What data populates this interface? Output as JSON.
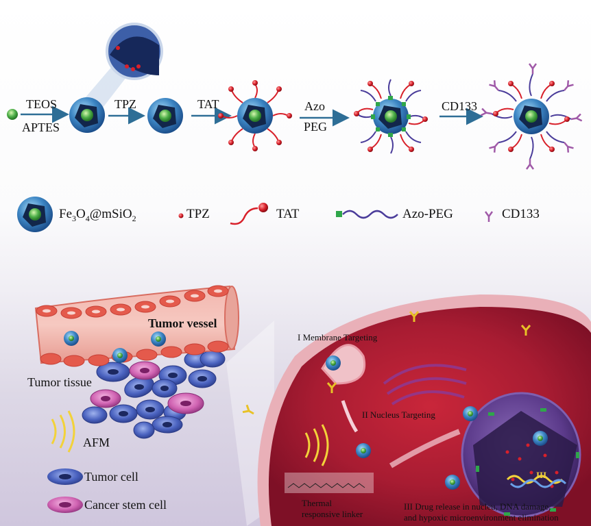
{
  "synthesis": {
    "step1_top": "TEOS",
    "step1_bottom": "APTES",
    "step2": "TPZ",
    "step3": "TAT",
    "step4_top": "Azo",
    "step4_bottom": "PEG",
    "step5": "CD133"
  },
  "legend": {
    "nanoparticle_main": "Fe",
    "nanoparticle_sub1": "3",
    "nanoparticle_mid": "O",
    "nanoparticle_sub2": "4",
    "nanoparticle_tail": "@mSiO",
    "nanoparticle_sub3": "2",
    "tpz": "TPZ",
    "tat": "TAT",
    "azo_peg": "Azo-PEG",
    "cd133": "CD133"
  },
  "tissue": {
    "vessel": "Tumor vessel",
    "tissue": "Tumor tissue",
    "afm": "AFM",
    "tumor_cell": "Tumor cell",
    "cancer_stem_cell": "Cancer stem cell"
  },
  "cell": {
    "step1": "I Membrane Targeting",
    "step2": "II Nucleus Targeting",
    "step3_line1": "III Drug release in nucleu,   DNA damage,",
    "step3_line2": "and hypoxic microenvironment elimination",
    "linker_line1": "Thermal",
    "linker_line2": "responsive linker",
    "roman3": "III"
  },
  "colors": {
    "arrow": "#2e6e96",
    "particle_shell": "#3d86c4",
    "particle_core": "#4fb04a",
    "tpz_red": "#d8202a",
    "peg_purple": "#4a3c9a",
    "peg_green": "#2fa64a",
    "cd133": "#a05aa8",
    "vessel_red": "#e0594f",
    "tumor_cell": "#3a4fa8",
    "stem_cell": "#c44aa4",
    "cell_membrane": "#d4657a",
    "nucleus": "#5b3a8a"
  }
}
